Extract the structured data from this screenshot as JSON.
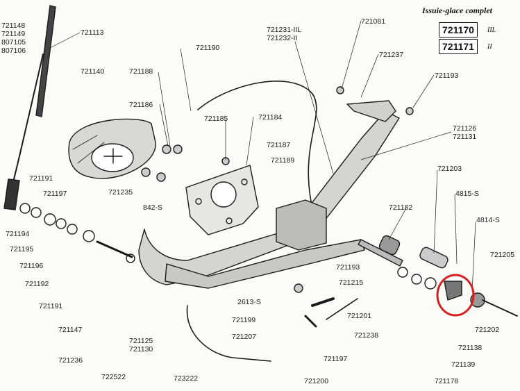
{
  "header": {
    "title": "Issuie-glace complet",
    "options": [
      {
        "part": "721170",
        "suffix": "IIL"
      },
      {
        "part": "721171",
        "suffix": "II"
      }
    ]
  },
  "labels": {
    "l721148": "721148",
    "l721149": "721149",
    "l807105": "807105",
    "l807106": "807106",
    "l721113": "721113",
    "l721140": "721140",
    "l721190": "721190",
    "l721188": "721188",
    "l721186": "721186",
    "l721185": "721185",
    "l721184": "721184",
    "l721187": "721187",
    "l721189": "721189",
    "l721231": "721231-IIL",
    "l721232": "721232-II",
    "l721081": "721081",
    "l721237": "721237",
    "l721193a": "721193",
    "l721126": "721126",
    "l721131": "721131",
    "l721191a": "721191",
    "l721197a": "721197",
    "l721235": "721235",
    "l842": "842-S",
    "l721203": "721203",
    "l4815": "4815-S",
    "l4814": "4814-S",
    "l721182": "721182",
    "l721205": "721205",
    "l721194": "721194",
    "l721195": "721195",
    "l721196": "721196",
    "l721192": "721192",
    "l721191b": "721191",
    "l721147": "721147",
    "l721193b": "721193",
    "l721215": "721215",
    "l2613": "2613-S",
    "l721199": "721199",
    "l721201": "721201",
    "l721207": "721207",
    "l721238": "721238",
    "l721202": "721202",
    "l721138": "721138",
    "l721125": "721125",
    "l721130": "721130",
    "l721236": "721236",
    "l721197b": "721197",
    "l721139": "721139",
    "l722522": "722522",
    "l723222": "723222",
    "l721200": "721200",
    "l721178": "721178"
  },
  "highlight": {
    "color": "#d42020"
  }
}
